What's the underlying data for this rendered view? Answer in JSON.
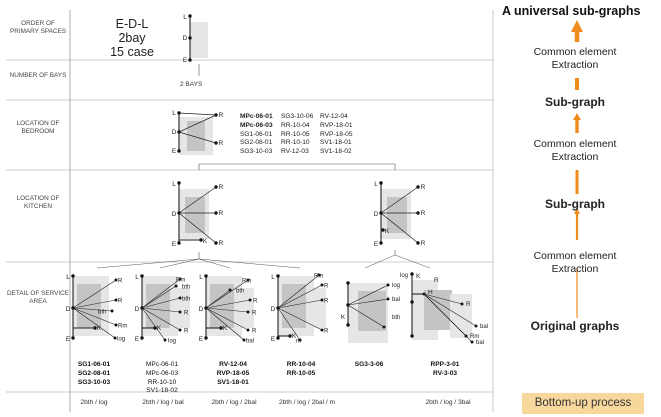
{
  "row_labels": {
    "order": "ORDER OF PRIMARY SPACES",
    "bays": "NUMBER OF BAYS",
    "bedroom": "LOCATION OF BEDROOM",
    "kitchen": "LOCATION OF KITCHEN",
    "service": "DETAIL OF SERVICE AREA"
  },
  "edl": {
    "line1": "E-D-L",
    "line2": "2bay",
    "line3": "15 case"
  },
  "bays_label": "2 BAYS",
  "bedroom_codes": {
    "col1": [
      "MPc-06-01",
      "MPc-06-03",
      "SG1-06-01",
      "SG2-08-01",
      "SG3-10-03"
    ],
    "col2": [
      "SG3-10-06",
      "RR-10-04",
      "RR-10-05",
      "RR-10-10",
      "RV-12-03"
    ],
    "col3": [
      "RV-12-04",
      "RVP-18-01",
      "RVP-18-05",
      "SV1-18-01",
      "SV1-18-02"
    ]
  },
  "service_codes": [
    [
      "SG1-06-01",
      "SG2-08-01",
      "SG3-10-03"
    ],
    [
      "MPc-06-01",
      "MPc-06-03",
      "RR-10-10",
      "SV1-18-02"
    ],
    [
      "RV-12-04",
      "RVP-18-05",
      "SV1-18-01"
    ],
    [
      "RR-10-04",
      "RR-10-05"
    ],
    [
      "SG3-3-06"
    ],
    [
      "RPP-3-01",
      "RV-3-03"
    ]
  ],
  "footers": [
    "2bth / log",
    "2bth / log / bal",
    "2bth / log / 2bal",
    "2bth / log / 2bal / m",
    "2bth / log / 3bal"
  ],
  "node_labels": {
    "L": "L",
    "D": "D",
    "E": "E",
    "R": "R",
    "K": "K",
    "H": "H",
    "Rm": "Rm",
    "bth": "bth",
    "log": "log",
    "bal": "bal",
    "m": "m"
  },
  "right_panel": {
    "title": "A universal sub-graphs",
    "extraction_1": [
      "Common element",
      "Extraction"
    ],
    "subgraph_1": "Sub-graph",
    "extraction_2": [
      "Common element",
      "Extraction"
    ],
    "subgraph_2": "Sub-graph",
    "extraction_3": [
      "Common element",
      "Extraction"
    ],
    "original": "Original graphs",
    "process": "Bottom-up process"
  },
  "colors": {
    "accent": "#f08c1e",
    "box": "#f7d79c",
    "shade_light": "#e6e6e6",
    "shade_dark": "#c4c4c4",
    "rule": "#999999"
  }
}
